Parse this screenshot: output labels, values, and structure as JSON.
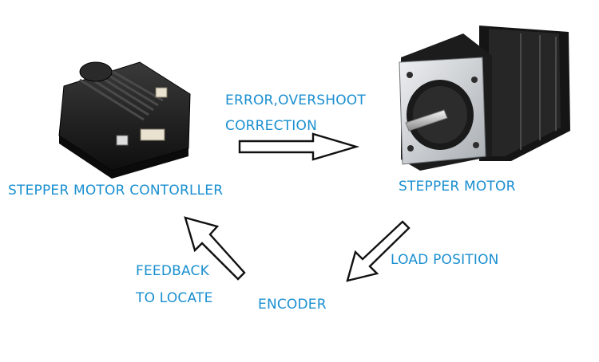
{
  "labels": {
    "controller": "STEPPER MOTOR CONTORLLER",
    "motor": "STEPPER MOTOR",
    "error_line1": "ERROR,OVERSHOOT",
    "error_line2": "CORRECTION",
    "load_position": "LOAD POSITION",
    "feedback_line1": "FEEDBACK",
    "feedback_line2": "TO LOCATE",
    "encoder": "ENCODER"
  },
  "colors": {
    "label_text": "#1a8fd0",
    "device_body": "#1c1c1c",
    "arrow_stroke": "#111111",
    "motor_face": "#cfd3d6"
  },
  "icons": {
    "controller": "stepper-controller-device",
    "motor": "stepper-motor-device"
  }
}
